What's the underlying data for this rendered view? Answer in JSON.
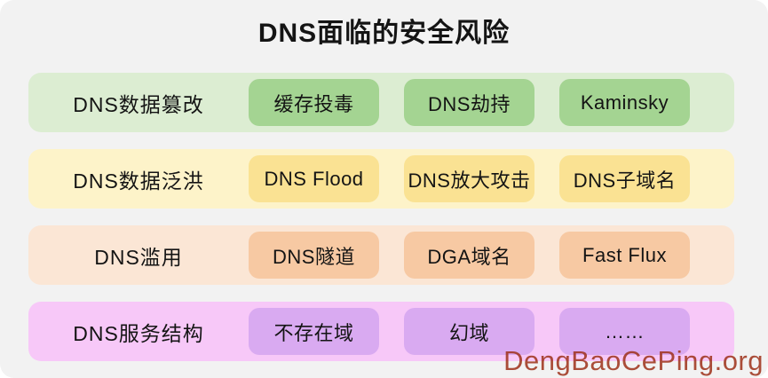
{
  "title": "DNS面临的安全风险",
  "watermark": "DengBaoCePing.org",
  "colors": {
    "canvas_bg": "#f2f2f2",
    "title_color": "#141414",
    "watermark_color": "#9e3019",
    "row_backgrounds": [
      "#dcedd2",
      "#fdf3c9",
      "#fbe6d5",
      "#f7c8f8"
    ],
    "chip_backgrounds": [
      "#a4d492",
      "#fae293",
      "#f7c9a3",
      "#d9aaf1"
    ]
  },
  "rows": [
    {
      "label": "DNS数据篡改",
      "row_bg": "#dcedd2",
      "chip_bg": "#a4d492",
      "chips": [
        "缓存投毒",
        "DNS劫持",
        "Kaminsky"
      ]
    },
    {
      "label": "DNS数据泛洪",
      "row_bg": "#fdf3c9",
      "chip_bg": "#fae293",
      "chips": [
        "DNS Flood",
        "DNS放大攻击",
        "DNS子域名"
      ]
    },
    {
      "label": "DNS滥用",
      "row_bg": "#fbe6d5",
      "chip_bg": "#f7c9a3",
      "chips": [
        "DNS隧道",
        "DGA域名",
        "Fast Flux"
      ]
    },
    {
      "label": "DNS服务结构",
      "row_bg": "#f7c8f8",
      "chip_bg": "#d9aaf1",
      "chips": [
        "不存在域",
        "幻域",
        "……"
      ]
    }
  ]
}
